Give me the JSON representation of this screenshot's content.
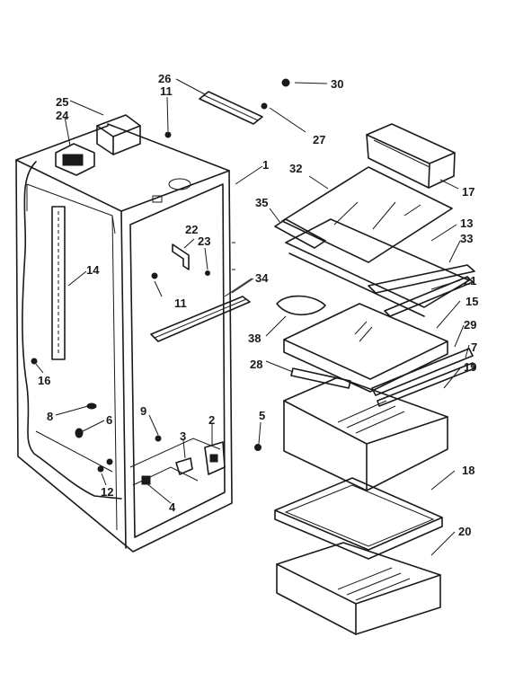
{
  "callouts": {
    "c1": "1",
    "c2": "2",
    "c3": "3",
    "c4": "4",
    "c5": "5",
    "c6": "6",
    "c7": "7",
    "c8": "8",
    "c9": "9",
    "c11a": "11",
    "c11b": "11",
    "c12": "12",
    "c13": "13",
    "c14": "14",
    "c15": "15",
    "c16": "16",
    "c17": "17",
    "c18": "18",
    "c19": "19",
    "c20": "20",
    "c21": "21",
    "c22": "22",
    "c23": "23",
    "c24": "24",
    "c25": "25",
    "c26": "26",
    "c27": "27",
    "c28": "28",
    "c29": "29",
    "c30": "30",
    "c32": "32",
    "c33": "33",
    "c34": "34",
    "c35": "35",
    "c38": "38"
  }
}
